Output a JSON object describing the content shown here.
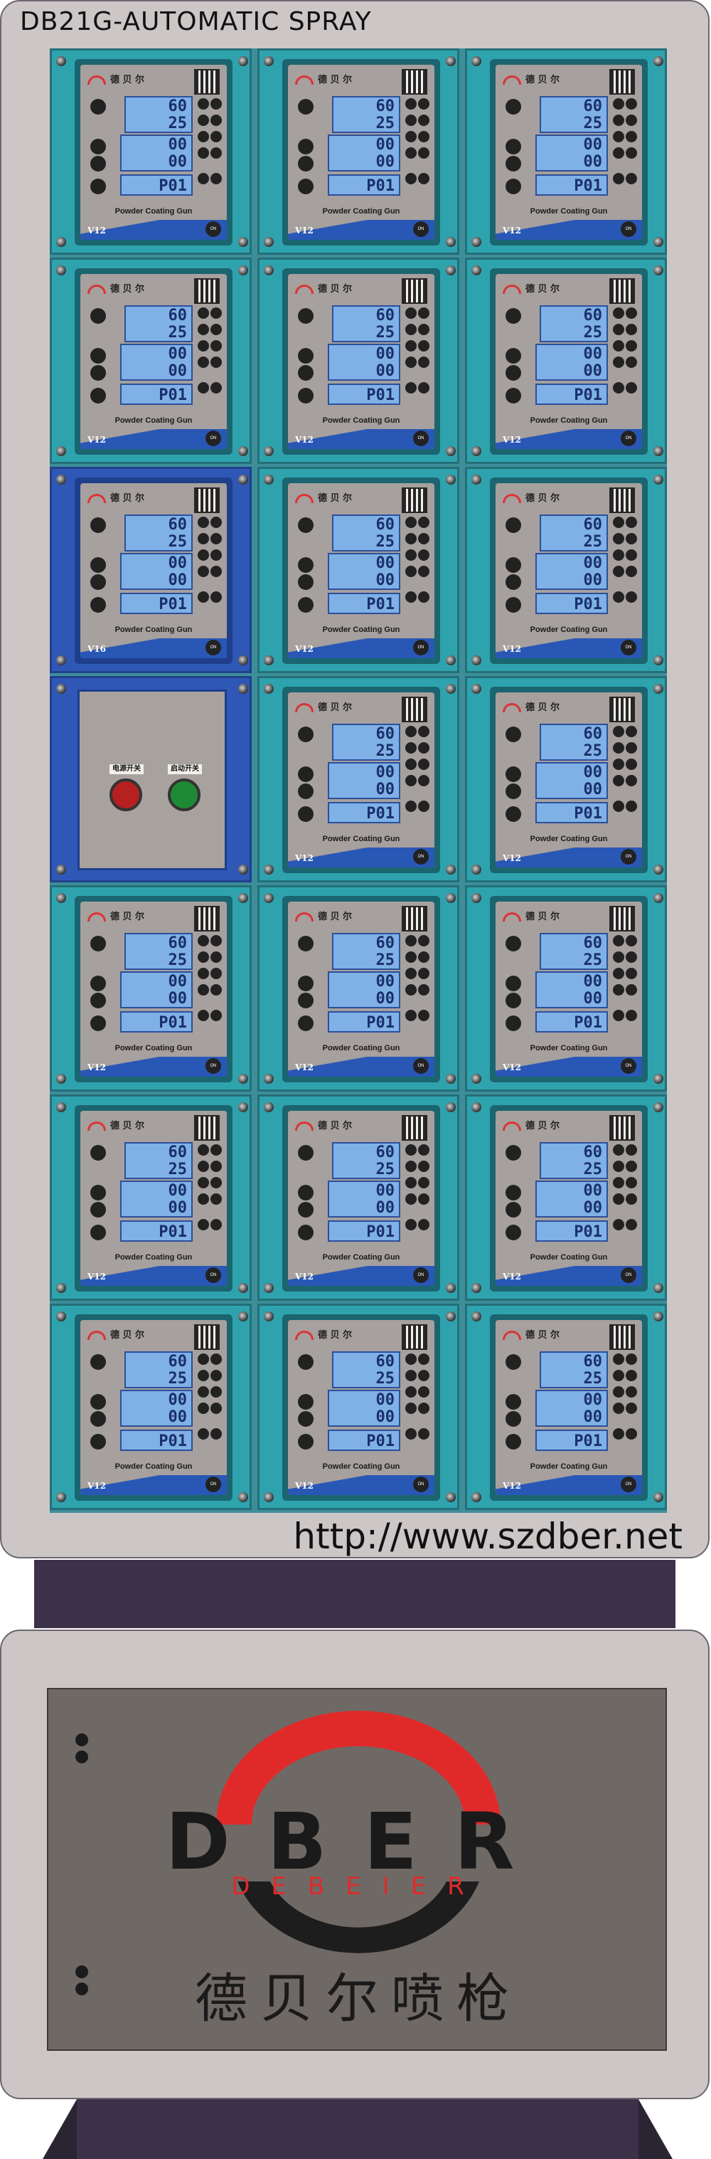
{
  "title": "DB21G-AUTOMATIC SPRAY",
  "url": "http://www.szdber.net",
  "colors": {
    "teal": "#2ea3ad",
    "blue_panel": "#2f57b6",
    "lcd": "#7fb1e6",
    "dark_band": "#3c3148",
    "body": "#ccc6c6",
    "door": "#6f6966",
    "logo_red": "#e02a2a"
  },
  "controller": {
    "brand": "德 贝 尔",
    "readout_top": "60",
    "readout_second": "25",
    "readout_kv": "00",
    "readout_ua": "00",
    "program": "P01",
    "label": "Powder Coating Gun",
    "onoff_label": "ON OFF",
    "version_default": "V12",
    "version_alt": "V16"
  },
  "switch_panel": {
    "power_label": "电源开关",
    "start_label": "启动开关",
    "power_color": "#b72020",
    "start_color": "#1f8a35"
  },
  "logo": {
    "letters": "DBER",
    "sub": "DEBEIER",
    "cn": "德贝尔喷枪"
  }
}
